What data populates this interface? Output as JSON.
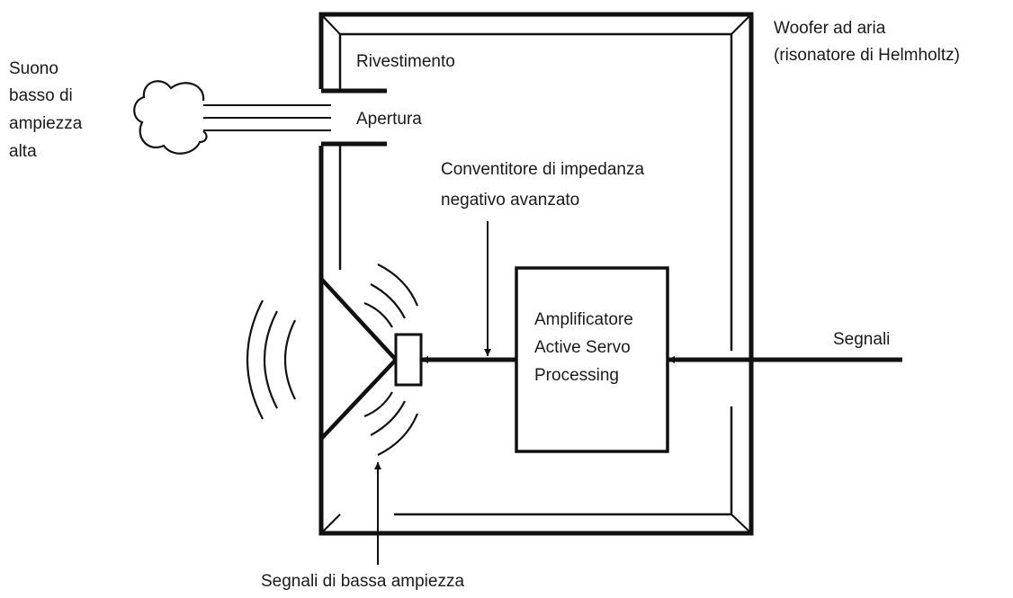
{
  "labels": {
    "woofer_line1": "Woofer ad aria",
    "woofer_line2": "(risonatore di Helmholtz)",
    "suono_line1": "Suono",
    "suono_line2": "basso di",
    "suono_line3": "ampiezza",
    "suono_line4": "alta",
    "rivestimento": "Rivestimento",
    "apertura": "Apertura",
    "convertitore_line1": "Conventitore di impedanza",
    "convertitore_line2": "negativo avanzato",
    "amp_line1": "Amplificatore",
    "amp_line2": "Active Servo",
    "amp_line3": "Processing",
    "segnali": "Segnali",
    "segnali_bassa": "Segnali di bassa ampiezza"
  }
}
